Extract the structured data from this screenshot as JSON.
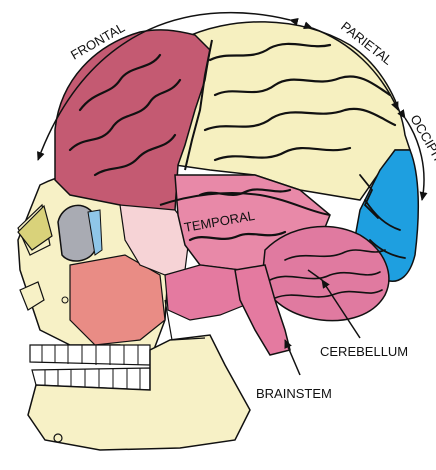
{
  "labels": {
    "frontal": "FRONTAL",
    "parietal": "PARIETAL",
    "occipital": "OCCIPITAL",
    "temporal": "TEMPORAL",
    "cerebellum": "CEREBELLUM",
    "brainstem": "BRAINSTEM"
  },
  "colors": {
    "frontal": "#c45a72",
    "parietal": "#f6f0c0",
    "occipital": "#1e9fe0",
    "temporal": "#e889a8",
    "temporal_light": "#f6d3d6",
    "cerebellum": "#e07aa0",
    "brainstem": "#e47aa0",
    "skull": "#f7f1c6",
    "face": "#e98c85",
    "orbit": "#a9abb3",
    "zygoma": "#d9d27a",
    "teeth": "#ffffff",
    "outline": "#111111"
  }
}
